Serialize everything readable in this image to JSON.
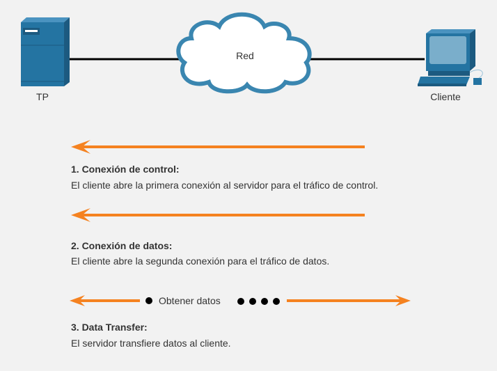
{
  "nodes": {
    "server": "TP",
    "network": "Red",
    "client": "Cliente"
  },
  "steps": [
    {
      "title": "1. Conexión de control:",
      "desc": "El cliente abre la primera conexión al servidor para el tráfico de control."
    },
    {
      "title": "2. Conexión de datos:",
      "desc": "El cliente abre la segunda conexión para el tráfico de datos."
    },
    {
      "title": "3. Data Transfer:",
      "desc": "El servidor transfiere datos al cliente.",
      "flow_label": "Obtener datos"
    }
  ],
  "colors": {
    "arrow": "#f58220",
    "device": "#2878a8",
    "cloud_edge": "#3a86b0"
  }
}
